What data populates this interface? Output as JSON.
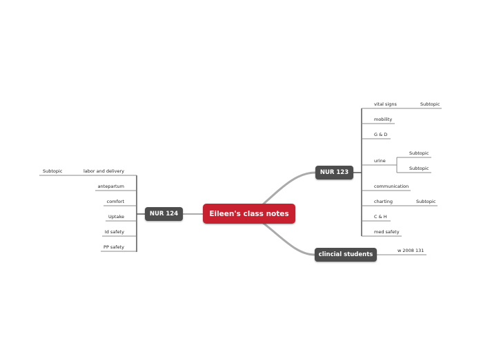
{
  "central": {
    "label": "Eileen's class notes",
    "color": "#c8202f"
  },
  "nur124": {
    "label": "NUR 124",
    "items": [
      {
        "label": "labor and delivery",
        "subtopics": [
          "Subtopic"
        ]
      },
      {
        "label": "antepartum"
      },
      {
        "label": "comfort"
      },
      {
        "label": "Uptake"
      },
      {
        "label": "Id safety"
      },
      {
        "label": "PP safety"
      }
    ]
  },
  "nur123": {
    "label": "NUR 123",
    "items": [
      {
        "label": "vital signs",
        "subtopics": [
          "Subtopic"
        ]
      },
      {
        "label": "mobility"
      },
      {
        "label": "G & D"
      },
      {
        "label": "urine",
        "subtopics": [
          "Subtopic",
          "Subtopic"
        ]
      },
      {
        "label": "communication"
      },
      {
        "label": "charting",
        "subtopics": [
          "Subtopic"
        ]
      },
      {
        "label": "C & H"
      },
      {
        "label": "med safety"
      }
    ]
  },
  "clinical": {
    "label": "clincial students",
    "items": [
      {
        "label": "w 2008 131"
      }
    ]
  }
}
